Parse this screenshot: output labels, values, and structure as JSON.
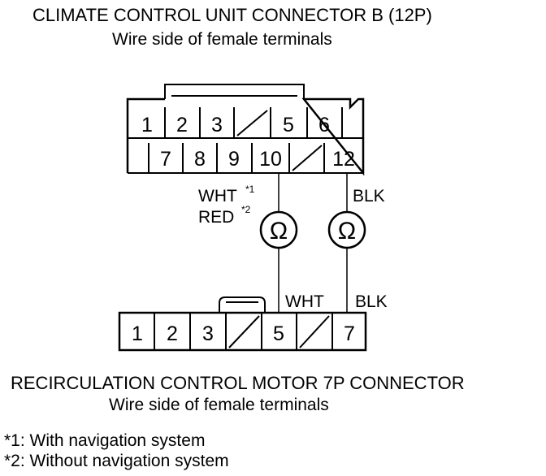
{
  "diagram": {
    "top_connector": {
      "title": "CLIMATE CONTROL UNIT CONNECTOR B (12P)",
      "subtitle": "Wire side of female terminals",
      "row1": [
        "1",
        "2",
        "3",
        "",
        "5",
        "6"
      ],
      "row2": [
        "7",
        "8",
        "9",
        "10",
        "",
        "12"
      ],
      "wire_left_labels": [
        "WHT",
        "*1",
        "RED",
        "*2"
      ],
      "wire_right_label": "BLK"
    },
    "ohmmeter_symbol": "Ω",
    "bottom_connector": {
      "title": "RECIRCULATION CONTROL MOTOR 7P CONNECTOR",
      "subtitle": "Wire side of female terminals",
      "cells": [
        "1",
        "2",
        "3",
        "",
        "5",
        "",
        "7"
      ],
      "wire_left_label": "WHT",
      "wire_right_label": "BLK"
    },
    "footnotes": [
      "*1: With navigation system",
      "*2: Without navigation system"
    ]
  }
}
